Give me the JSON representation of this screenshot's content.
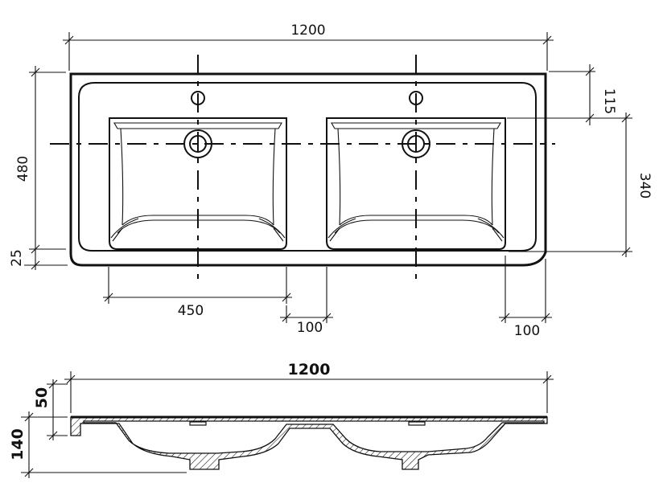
{
  "top_view": {
    "overall_width": "1200",
    "overall_depth": "480",
    "tap_hole_offset": "115",
    "bowl_depth": "340",
    "front_edge": "25",
    "bowl_width": "450",
    "bowl_gap": "100",
    "side_margin": "100"
  },
  "section_view": {
    "overall_width": "1200",
    "rim_height": "50",
    "total_height": "140"
  }
}
